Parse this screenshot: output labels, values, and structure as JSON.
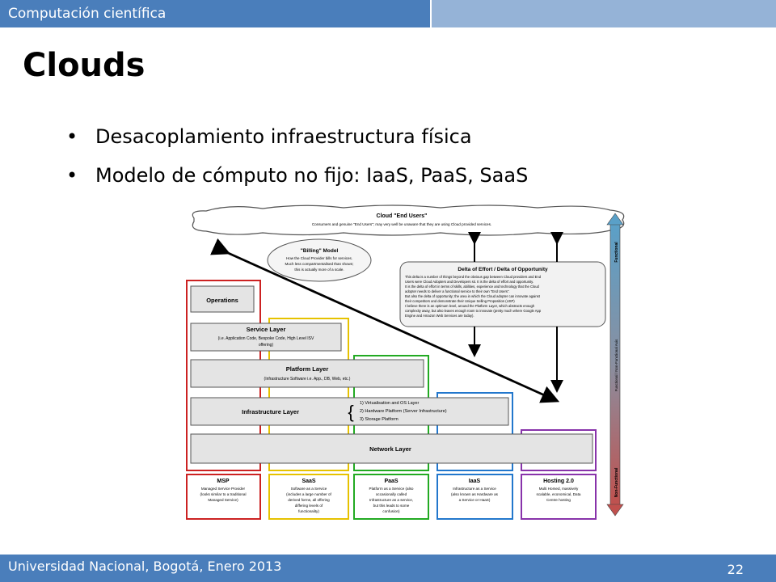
{
  "header": {
    "course": "Computación científica"
  },
  "slide": {
    "title": "Clouds",
    "bullets": [
      "Desacoplamiento infraestructura física",
      "Modelo de cómputo no fijo: IaaS, PaaS, SaaS"
    ]
  },
  "diagram": {
    "cloud": {
      "title": "Cloud \"End Users\"",
      "subtitle": "Consumers and genuine \"End Users\"; may very well be unaware that they are using Cloud provided services."
    },
    "billing": {
      "title": "\"Billing\" Model",
      "lines": [
        "How the Cloud Provider bills for services.",
        "Much less compartmentalised than shown;",
        "this is actually more of a scale."
      ]
    },
    "delta": {
      "title": "Delta of Effort / Delta of Opportunity",
      "lines": [
        "This delta is a number of things beyond the obvious gap between Cloud providers and End",
        "Users were Cloud Adopters and Developers sit. It is the delta of effort and opportunity.",
        "It is the delta of effort in terms of skills, abilities, experience and technology that the Cloud",
        "adopter needs to deliver a functional service to their own \"End Users\".",
        "But also the delta of opportunity; the area in which the Cloud adopter can innovate against",
        "their competitors and demonstrate their Unique Selling Proposition (USP)",
        "I believe there is an optimum level, around the Platform Layer, which abstracts enough",
        "complexity away, but also leaves enough room to innovate (pretty much where Google App",
        "Engine and Amazon Web Services are today)."
      ]
    },
    "axis": {
      "top": "Functional",
      "middle": "Functional / Non-Functional Axis",
      "bottom": "Non-Functional"
    },
    "layers": {
      "operations": "Operations",
      "service": {
        "title": "Service Layer",
        "lines": [
          "(i.e. Application Code, Bespoke Code, High Level ISV",
          "offering)"
        ]
      },
      "platform": {
        "title": "Platform Layer",
        "desc": "(Infrastructure Software i.e. App., DB, Web, etc.)"
      },
      "infrastructure": {
        "title": "Infrastructure Layer",
        "items": [
          "1) Virtualisation and OS Layer",
          "2) Hardware Platform (Server Infrastructure)",
          "3) Storage Platform"
        ]
      },
      "network": "Network Layer"
    },
    "models": [
      {
        "name": "MSP",
        "lines": [
          "Managed Service Provider",
          "(looks similar to a traditional",
          "Managed Service)"
        ],
        "color": "#cc2222"
      },
      {
        "name": "SaaS",
        "lines": [
          "Software as a Service",
          "(includes a large number of",
          "derived forms, all offering",
          "differing levels of",
          "functionality)"
        ],
        "color": "#e6c200"
      },
      {
        "name": "PaaS",
        "lines": [
          "Platform as a Service (also",
          "occasionally called",
          "Infrastructure as a service,",
          "but this leads to some",
          "confusion)"
        ],
        "color": "#22aa22"
      },
      {
        "name": "IaaS",
        "lines": [
          "Infrastructure as a Service",
          "(also known as Hardware as",
          "a Service or HaaS)"
        ],
        "color": "#2277cc"
      },
      {
        "name": "Hosting 2.0",
        "lines": [
          "Multi Homed, massively",
          "scalable, economical, Data",
          "Centre hosting"
        ],
        "color": "#8833aa"
      }
    ]
  },
  "footer": {
    "text": "Universidad Nacional, Bogotá, Enero 2013",
    "page": "22"
  },
  "colors": {
    "bar_primary": "#4a7ebb",
    "bar_secondary": "#95b3d7"
  }
}
